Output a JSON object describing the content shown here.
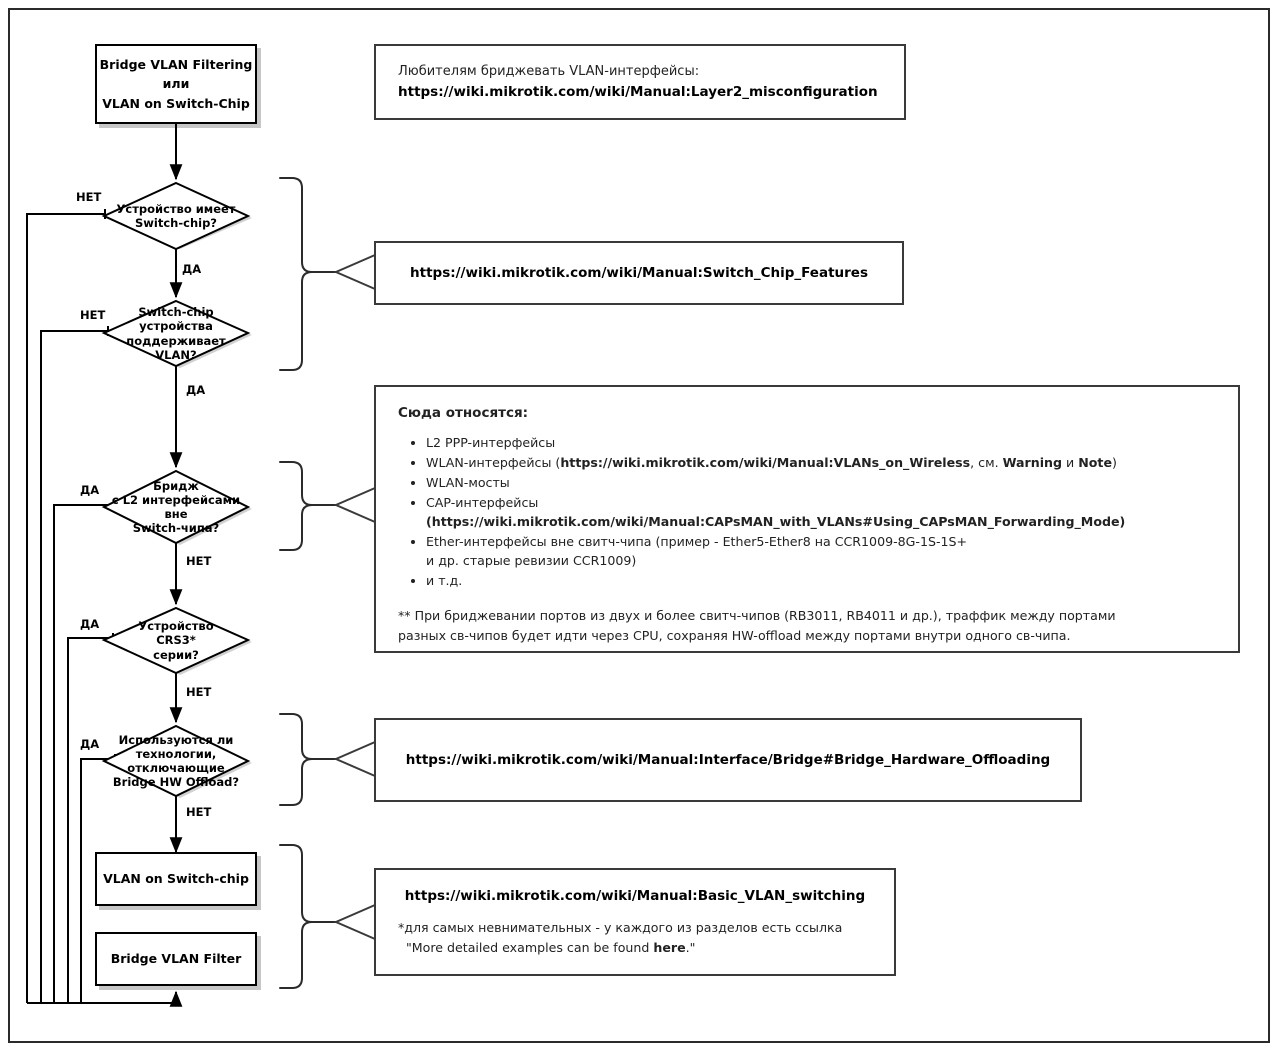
{
  "diagram": {
    "title": "Bridge VLAN Filtering / VLAN on Switch-Chip decision flowchart",
    "colors": {
      "stroke": "#000000",
      "note_border": "#3a3a3a",
      "background": "#ffffff",
      "shadow": "rgba(0,0,0,0.22)"
    }
  },
  "nodes": {
    "start": {
      "line1": "Bridge VLAN Filtering",
      "line2": "или",
      "line3": "VLAN on Switch-Chip"
    },
    "d1": {
      "line1": "Устройство имеет",
      "line2": "Switch-chip?"
    },
    "d2": {
      "line1": "Switch-chip",
      "line2": "устройства",
      "line3": "поддерживает",
      "line4": "VLAN?"
    },
    "d3": {
      "line1": "Бридж",
      "line2": "с L2 интерфейсами",
      "line3": "вне",
      "line4": "Switch-чипа?"
    },
    "d4": {
      "line1": "Устройство",
      "line2": "CRS3*",
      "line3": "серии?"
    },
    "d5": {
      "line1": "Используются ли",
      "line2": "технологии,",
      "line3": "отключающие",
      "line4": "Bridge HW Offload?"
    },
    "out1": {
      "label": "VLAN on Switch-chip"
    },
    "out2": {
      "label": "Bridge VLAN Filter"
    }
  },
  "edge_labels": {
    "no": "НЕТ",
    "yes": "ДА",
    "d1_no": "НЕТ",
    "d1_yes": "ДА",
    "d2_no": "НЕТ",
    "d2_yes": "ДА",
    "d3_yes": "ДА",
    "d3_no": "НЕТ",
    "d4_yes": "ДА",
    "d4_no": "НЕТ",
    "d5_yes": "ДА",
    "d5_no": "НЕТ"
  },
  "notes": {
    "misconfig": {
      "line1": "Любителям бриджевать VLAN-интерфейсы:",
      "url": "https://wiki.mikrotik.com/wiki/Manual:Layer2_misconfiguration"
    },
    "switch_chip_features": {
      "url": "https://wiki.mikrotik.com/wiki/Manual:Switch_Chip_Features"
    },
    "l2_list": {
      "title": "Сюда относятся:",
      "items": [
        {
          "text": "L2 PPP-интерфейсы"
        },
        {
          "pre": "WLAN-интерфейсы (",
          "url": "https://wiki.mikrotik.com/wiki/Manual:VLANs_on_Wireless",
          "mid": ", см. ",
          "b1": "Warning",
          "mid2": " и ",
          "b2": "Note",
          "post": ")"
        },
        {
          "text": "WLAN-мосты"
        },
        {
          "pre": "CAP-интерфейсы",
          "url2": "(https://wiki.mikrotik.com/wiki/Manual:CAPsMAN_with_VLANs#Using_CAPsMAN_Forwarding_Mode)"
        },
        {
          "text": "Ether-интерфейсы вне свитч-чипа (пример - Ether5-Ether8 на CCR1009-8G-1S-1S+",
          "text2": "и др. старые ревизии CCR1009)"
        },
        {
          "text": "и т.д."
        }
      ],
      "footnote_line1": "** При бриджевании портов из двух и более свитч-чипов (RB3011, RB4011 и др.), траффик между портами",
      "footnote_line2": "разных св-чипов будет идти через CPU, сохраняя HW-offload между портами внутри одного св-чипа."
    },
    "hw_offloading": {
      "url": "https://wiki.mikrotik.com/wiki/Manual:Interface/Bridge#Bridge_Hardware_Offloading"
    },
    "basic_vlan": {
      "url": "https://wiki.mikrotik.com/wiki/Manual:Basic_VLAN_switching",
      "foot_line1": "*для самых невнимательных - у каждого из разделов есть ссылка",
      "foot_line2_pre": "\"More detailed examples can be found ",
      "foot_line2_b": "here",
      "foot_line2_post": ".\""
    }
  }
}
